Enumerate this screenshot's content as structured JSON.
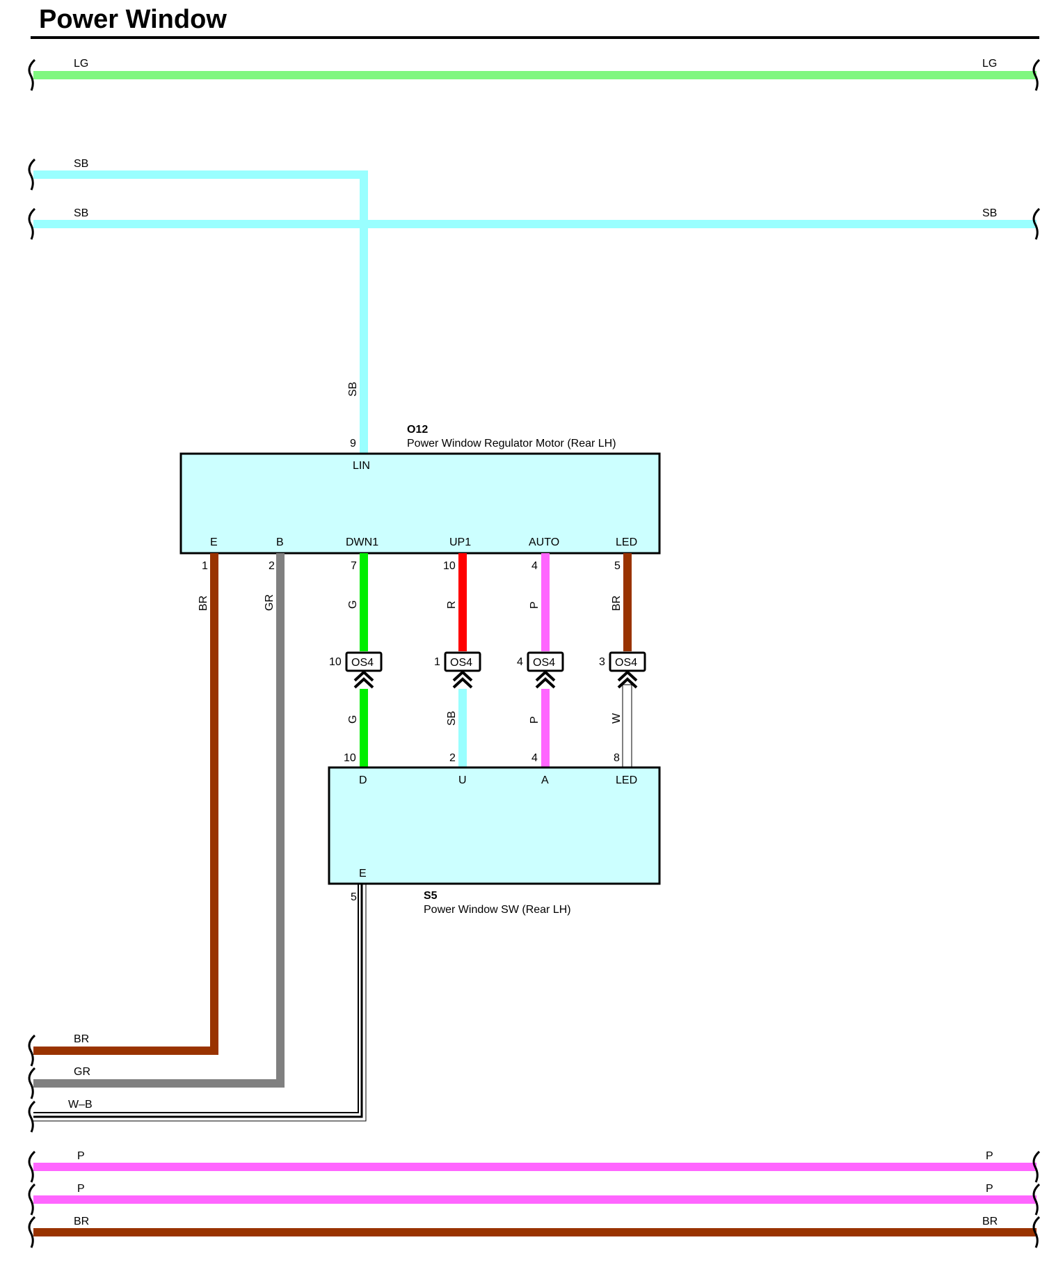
{
  "title": "Power Window",
  "colors": {
    "LG": "#7ff77f",
    "SB": "#99ffff",
    "BR": "#993300",
    "GR": "#808080",
    "G": "#00ee00",
    "R": "#ff0000",
    "P": "#ff66ff",
    "W": "#ffffff",
    "box_fill": "#ccffff"
  },
  "bus_lines": [
    {
      "left_label": "LG",
      "right_label": "LG"
    },
    {
      "left_label": "SB",
      "right_label": ""
    },
    {
      "left_label": "SB",
      "right_label": "SB"
    },
    {
      "left_label": "BR",
      "right_label": ""
    },
    {
      "left_label": "GR",
      "right_label": ""
    },
    {
      "left_label": "W–B",
      "right_label": ""
    },
    {
      "left_label": "P",
      "right_label": "P"
    },
    {
      "left_label": "P",
      "right_label": "P"
    },
    {
      "left_label": "BR",
      "right_label": "BR"
    }
  ],
  "components": {
    "o12": {
      "id": "O12",
      "name": "Power Window Regulator Motor (Rear LH)",
      "top_terminal": {
        "name": "LIN",
        "pin": "9",
        "wire": "SB"
      },
      "terminals": [
        {
          "name": "E",
          "pin": "1",
          "wire": "BR"
        },
        {
          "name": "B",
          "pin": "2",
          "wire": "GR"
        },
        {
          "name": "DWN1",
          "pin": "7",
          "wire": "G"
        },
        {
          "name": "UP1",
          "pin": "10",
          "wire": "R"
        },
        {
          "name": "AUTO",
          "pin": "4",
          "wire": "P"
        },
        {
          "name": "LED",
          "pin": "5",
          "wire": "BR"
        }
      ]
    },
    "s5": {
      "id": "S5",
      "name": "Power Window SW (Rear LH)",
      "terminals": [
        {
          "name": "D",
          "pin": "10",
          "wire": "G"
        },
        {
          "name": "U",
          "pin": "2",
          "wire": "SB"
        },
        {
          "name": "A",
          "pin": "4",
          "wire": "P"
        },
        {
          "name": "LED",
          "pin": "8",
          "wire": "W"
        }
      ],
      "bottom_terminal": {
        "name": "E",
        "pin": "5",
        "wire": "W–B"
      }
    }
  },
  "connectors": [
    {
      "label": "OS4",
      "pin": "10"
    },
    {
      "label": "OS4",
      "pin": "1"
    },
    {
      "label": "OS4",
      "pin": "4"
    },
    {
      "label": "OS4",
      "pin": "3"
    }
  ]
}
